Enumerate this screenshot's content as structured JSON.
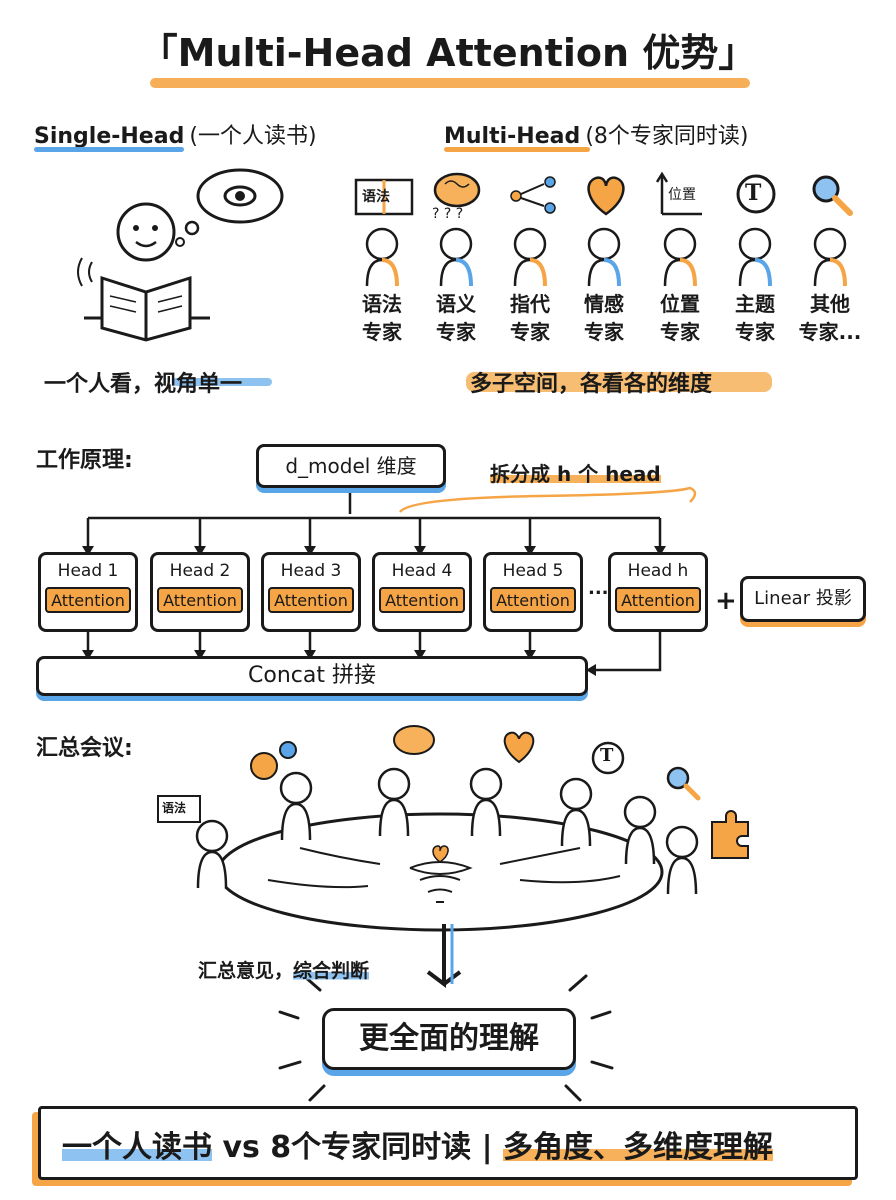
{
  "title": "「Multi-Head Attention 优势」",
  "single": {
    "label": "Single-Head",
    "paren": "(一个人读书)",
    "caption": "一个人看，视角单一"
  },
  "multi": {
    "label": "Multi-Head",
    "paren": "(8个专家同时读)",
    "caption": "多子空间，各看各的维度",
    "icons": {
      "grammar": "语法",
      "position": "位置",
      "topic": "T"
    },
    "experts": [
      {
        "l1": "语法",
        "l2": "专家"
      },
      {
        "l1": "语义",
        "l2": "专家"
      },
      {
        "l1": "指代",
        "l2": "专家"
      },
      {
        "l1": "情感",
        "l2": "专家"
      },
      {
        "l1": "位置",
        "l2": "专家"
      },
      {
        "l1": "主题",
        "l2": "专家"
      },
      {
        "l1": "其他",
        "l2": "专家..."
      }
    ]
  },
  "work": {
    "heading": "工作原理:",
    "dmodel": "d_model 维度",
    "split": "拆分成 h 个 head",
    "heads": [
      {
        "name": "Head 1",
        "att": "Attention"
      },
      {
        "name": "Head 2",
        "att": "Attention"
      },
      {
        "name": "Head 3",
        "att": "Attention"
      },
      {
        "name": "Head 4",
        "att": "Attention"
      },
      {
        "name": "Head 5",
        "att": "Attention"
      },
      {
        "name": "Head h",
        "att": "Attention"
      }
    ],
    "dots": "...",
    "plus": "+",
    "linear": "Linear 投影",
    "concat": "Concat 拼接"
  },
  "meeting": {
    "heading": "汇总会议:",
    "icon_text": "语法",
    "topic_icon": "T",
    "summary_a": "汇总意见，",
    "summary_b": "综合判断",
    "result": "更全面的理解"
  },
  "footer": {
    "left": "一个人读书",
    "mid": " vs 8个专家同时读 | ",
    "right": "多角度、多维度理解"
  },
  "colors": {
    "orange": "#f6a546",
    "blue": "#5aa5e8",
    "ink": "#1a1a1a"
  }
}
